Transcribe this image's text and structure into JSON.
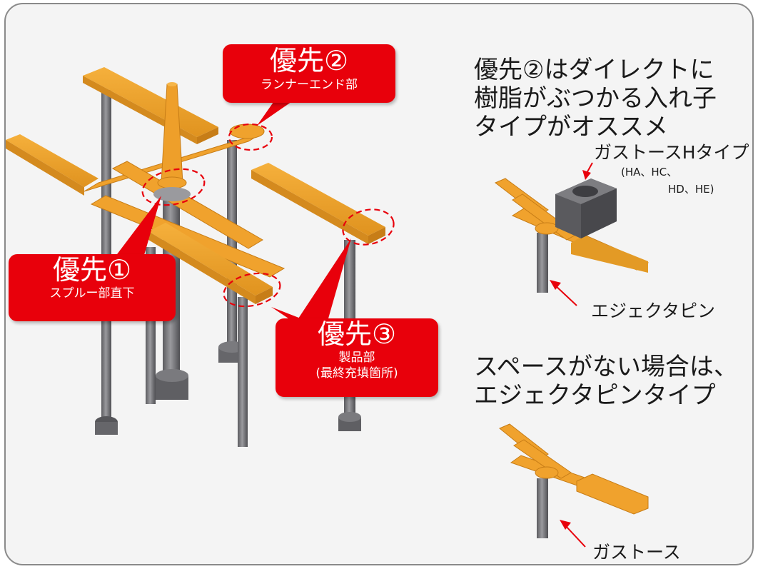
{
  "callouts": {
    "p1": {
      "title": "優先①",
      "sub": "スプルー部直下"
    },
    "p2": {
      "title": "優先②",
      "sub": "ランナーエンド部"
    },
    "p3": {
      "title": "優先③",
      "sub1": "製品部",
      "sub2": "(最終充填箇所)"
    }
  },
  "note_top": {
    "line1": "優先②はダイレクトに",
    "line2": "樹脂がぶつかる入れ子",
    "line3": "タイプがオススメ"
  },
  "type_h": {
    "title": "ガストースHタイプ",
    "models1": "(HA、HC、",
    "models2": "HD、HE)",
    "pin_label": "エジェクタピン"
  },
  "note_bottom": {
    "line1": "スペースがない場合は、",
    "line2": "エジェクタピンタイプ"
  },
  "bottom_label": "ガストース",
  "colors": {
    "runner": "#f0a22d",
    "runner_shade": "#c77d17",
    "pin": "#77777a",
    "callout": "#e8000b",
    "highlight": "#e8000b"
  }
}
